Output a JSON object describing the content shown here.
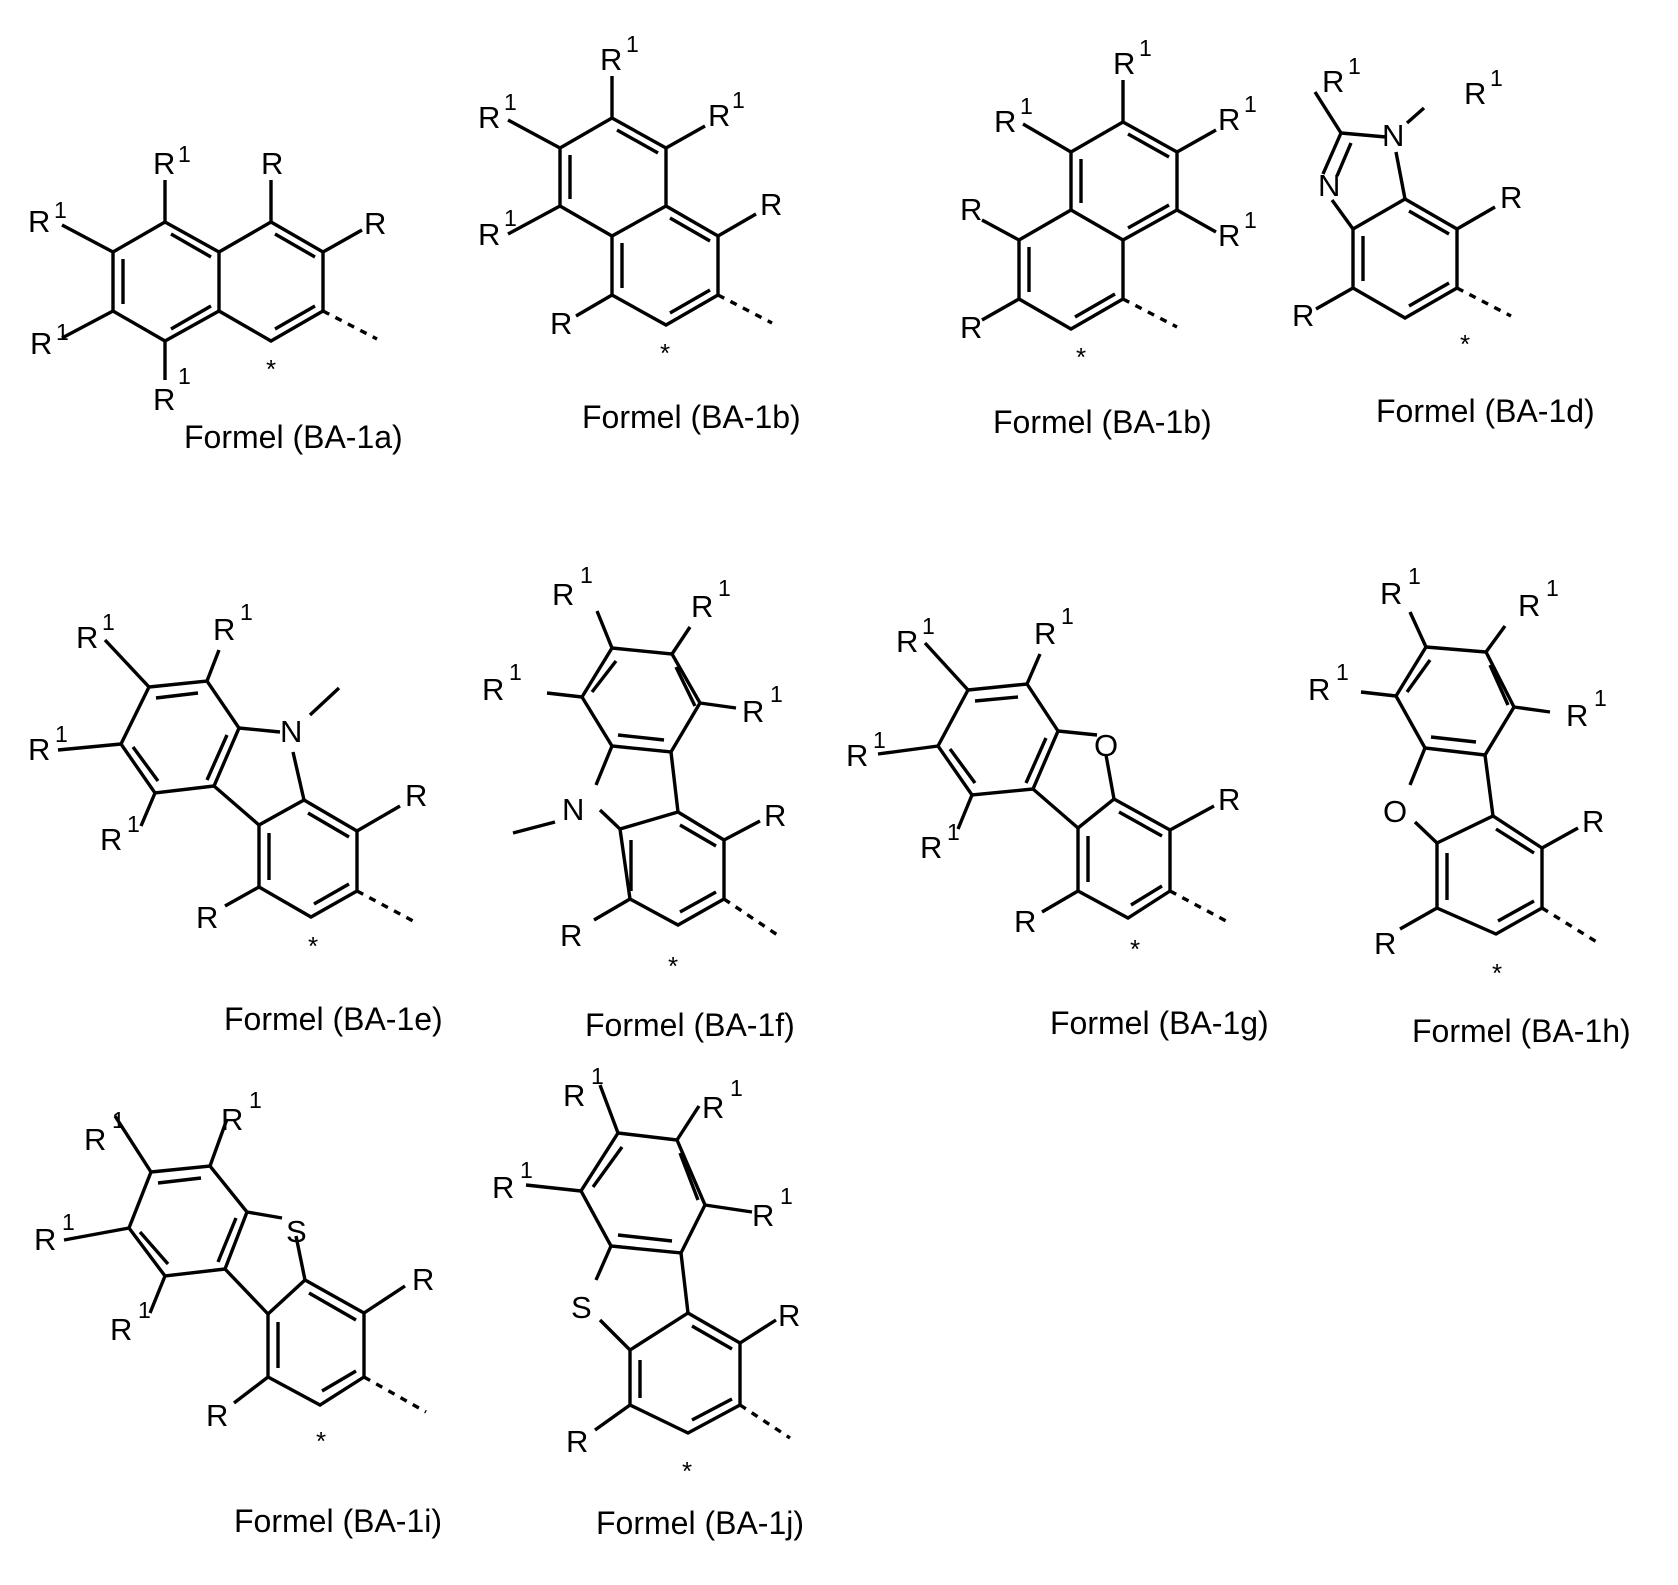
{
  "figure": {
    "background": "#ffffff",
    "ink": "#000000",
    "structures": [
      {
        "id": "BA-1a",
        "caption": "Formel (BA-1a)",
        "core": "naphthalene",
        "substituents": [
          "R1",
          "R1",
          "R1",
          "R1",
          "R",
          "R"
        ],
        "heteroatoms": [],
        "marker": "*"
      },
      {
        "id": "BA-1b",
        "caption": "Formel (BA-1b)",
        "core": "phenanthrene-fragment",
        "substituents": [
          "R1",
          "R1",
          "R1",
          "R1",
          "R",
          "R"
        ],
        "heteroatoms": [],
        "marker": "*"
      },
      {
        "id": "BA-1b-2",
        "caption": "Formel (BA-1b)",
        "core": "phenanthrene-fragment",
        "substituents": [
          "R1",
          "R1",
          "R1",
          "R1",
          "R",
          "R"
        ],
        "heteroatoms": [],
        "marker": "*"
      },
      {
        "id": "BA-1d",
        "caption": "Formel (BA-1d)",
        "core": "benzimidazole",
        "substituents": [
          "R1",
          "R1",
          "R",
          "R"
        ],
        "heteroatoms": [
          "N",
          "N"
        ],
        "marker": "*"
      },
      {
        "id": "BA-1e",
        "caption": "Formel (BA-1e)",
        "core": "carbazole",
        "substituents": [
          "R1",
          "R1",
          "R1",
          "R1",
          "R",
          "R"
        ],
        "heteroatoms": [
          "N"
        ],
        "marker": "*"
      },
      {
        "id": "BA-1f",
        "caption": "Formel (BA-1f)",
        "core": "carbazole",
        "substituents": [
          "R1",
          "R1",
          "R1",
          "R1",
          "R",
          "R"
        ],
        "heteroatoms": [
          "N"
        ],
        "marker": "*"
      },
      {
        "id": "BA-1g",
        "caption": "Formel (BA-1g)",
        "core": "dibenzofuran",
        "substituents": [
          "R1",
          "R1",
          "R1",
          "R1",
          "R",
          "R"
        ],
        "heteroatoms": [
          "O"
        ],
        "marker": "*"
      },
      {
        "id": "BA-1h",
        "caption": "Formel (BA-1h)",
        "core": "dibenzofuran",
        "substituents": [
          "R1",
          "R1",
          "R1",
          "R1",
          "R",
          "R"
        ],
        "heteroatoms": [
          "O"
        ],
        "marker": "*"
      },
      {
        "id": "BA-1i",
        "caption": "Formel (BA-1i)",
        "core": "dibenzothiophene",
        "substituents": [
          "R1",
          "R1",
          "R1",
          "R1",
          "R",
          "R"
        ],
        "heteroatoms": [
          "S"
        ],
        "marker": "*"
      },
      {
        "id": "BA-1j",
        "caption": "Formel (BA-1j)",
        "core": "dibenzothiophene",
        "substituents": [
          "R1",
          "R1",
          "R1",
          "R1",
          "R",
          "R"
        ],
        "heteroatoms": [
          "S"
        ],
        "marker": "*"
      }
    ],
    "labels": {
      "R": "R",
      "R1_base": "R",
      "R1_sup": "1",
      "N": "N",
      "O": "O",
      "S": "S",
      "star": "*"
    }
  }
}
